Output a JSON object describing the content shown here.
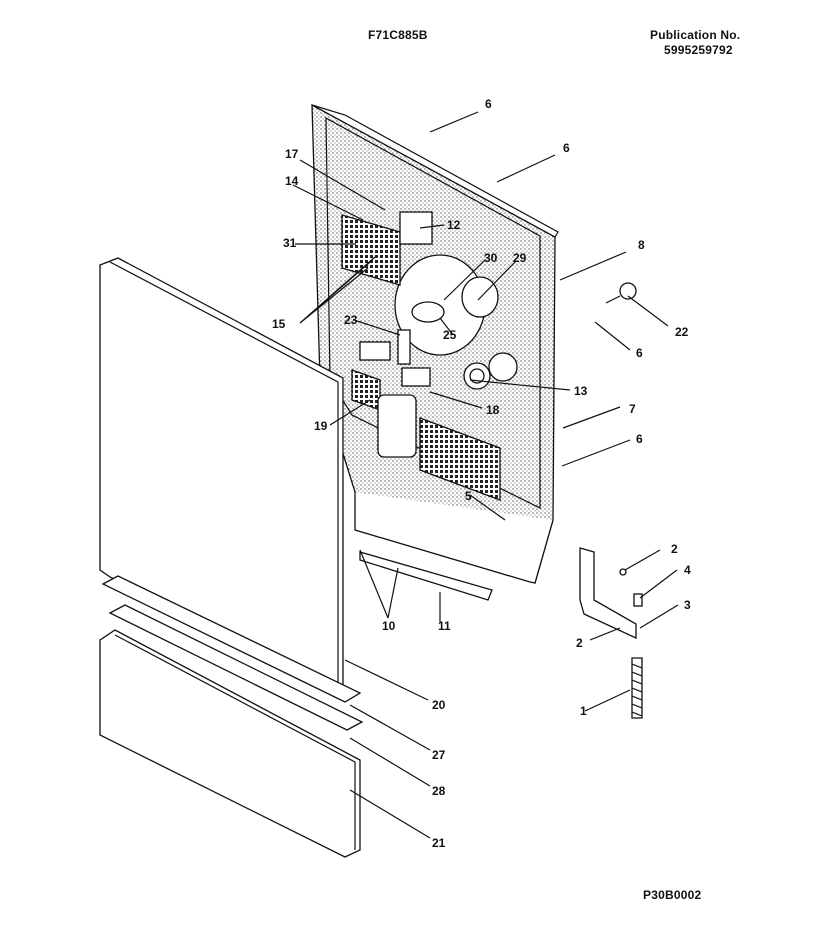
{
  "header": {
    "model": "F71C885B",
    "publication_label": "Publication No.",
    "publication_number": "5995259792"
  },
  "footer": {
    "figure_code": "P30B0002"
  },
  "callouts": [
    "6",
    "6",
    "17",
    "14",
    "12",
    "31",
    "30",
    "29",
    "8",
    "22",
    "15",
    "23",
    "25",
    "6",
    "13",
    "18",
    "19",
    "7",
    "6",
    "5",
    "2",
    "4",
    "3",
    "2",
    "10",
    "11",
    "1",
    "20",
    "27",
    "28",
    "21"
  ]
}
